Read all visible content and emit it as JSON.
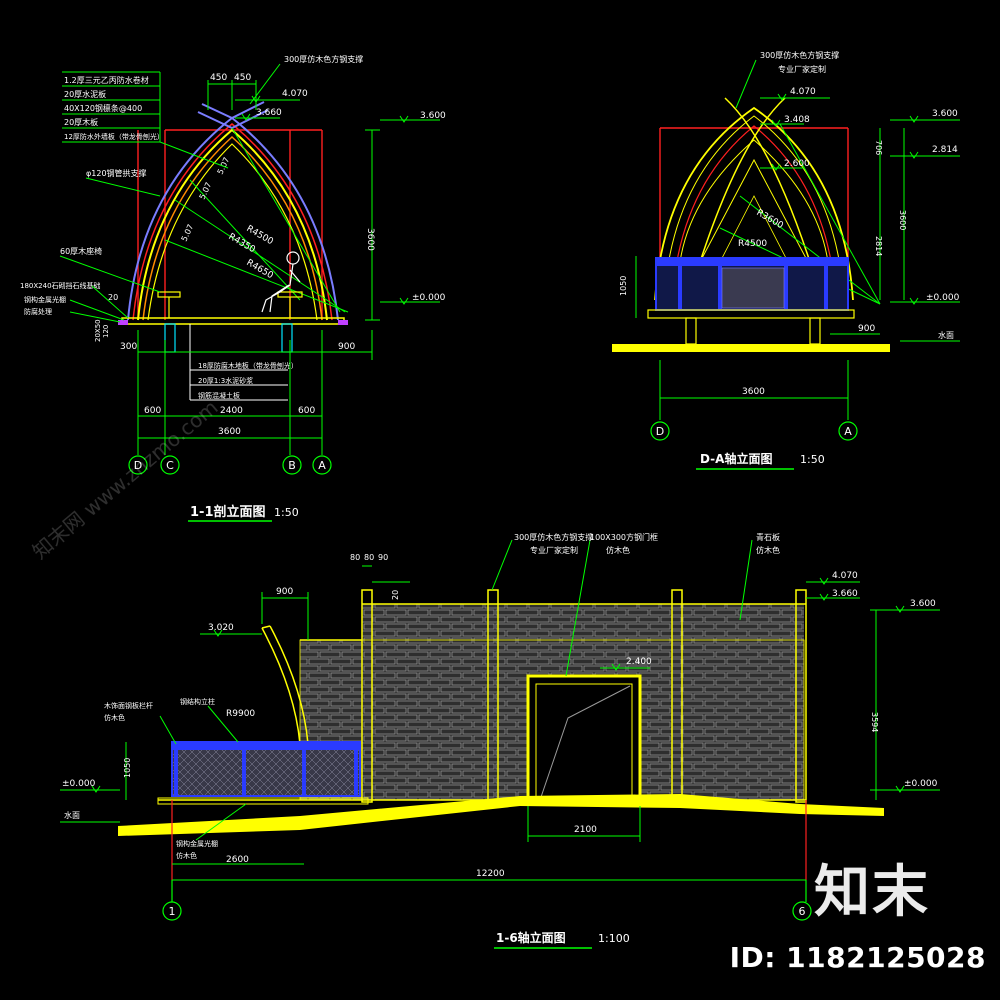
{
  "colors": {
    "background": "#000000",
    "dimension": "#00ff00",
    "outline": "#ffff00",
    "rail": "#2a3bff",
    "axis": "#ff2020",
    "label": "#ffffff",
    "stone": "#9a9a9a"
  },
  "section_1": {
    "title": "1-1剖立面图",
    "scale": "1:50",
    "notes": [
      "300厚仿木色方钢支撑",
      "1.2厚三元乙丙防水卷材",
      "20厚水泥板",
      "40X120钢檩条@400",
      "20厚木板",
      "12厚防水外墙板（带龙骨刨光）",
      "φ120钢管拱支撑",
      "60厚木座椅",
      "180X240石砌挡石线基础",
      "钢构金属光棚",
      "防腐处理",
      "18厚防腐木地板（带龙骨刨光）",
      "20厚1:3水泥砂浆",
      "钢筋混凝土板"
    ],
    "levels": [
      "4.070",
      "3.660",
      "3.600",
      "±0.000"
    ],
    "dims_top": [
      "450",
      "450"
    ],
    "dims_bottom": [
      "600",
      "2400",
      "600",
      "3600"
    ],
    "dims_side": [
      "3600",
      "20",
      "20X50",
      "120",
      "300",
      "900"
    ],
    "radii": [
      "R4500",
      "R4350",
      "R4650",
      "5.07",
      "5.07",
      "5.07"
    ],
    "axes": [
      "D",
      "C",
      "B",
      "A"
    ]
  },
  "section_2": {
    "title": "D-A轴立面图",
    "scale": "1:50",
    "notes": [
      "300厚仿木色方钢支撑",
      "专业厂家定制"
    ],
    "levels": [
      "4.070",
      "3.408",
      "2.600",
      "3.600",
      "2.814",
      "±0.000"
    ],
    "dims": [
      "706",
      "3600",
      "2814",
      "1050",
      "900",
      "3600"
    ],
    "radii": [
      "R3600",
      "R4500"
    ],
    "ground": "水面",
    "axes": [
      "D",
      "A"
    ]
  },
  "section_3": {
    "title": "1-6轴立面图",
    "scale": "1:100",
    "notes": [
      "300厚仿木色方钢支撑",
      "专业厂家定制",
      "100X300方钢门框",
      "仿木色",
      "青石板",
      "仿木色",
      "木饰面钢板栏杆",
      "仿木色",
      "钢结构立柱",
      "钢构金属光棚",
      "仿木色"
    ],
    "levels": [
      "4.070",
      "3.660",
      "3.600",
      "3.020",
      "2.400",
      "±0.000",
      "±0.000"
    ],
    "dims": [
      "80",
      "80",
      "90",
      "20",
      "900",
      "R9900",
      "1050",
      "3594",
      "2100",
      "2600",
      "12200"
    ],
    "ground": "水面",
    "axes": [
      "1",
      "6"
    ]
  },
  "watermark": {
    "side": "知末网 www.znzmo.com",
    "brand": "知末",
    "id": "ID: 1182125028"
  }
}
